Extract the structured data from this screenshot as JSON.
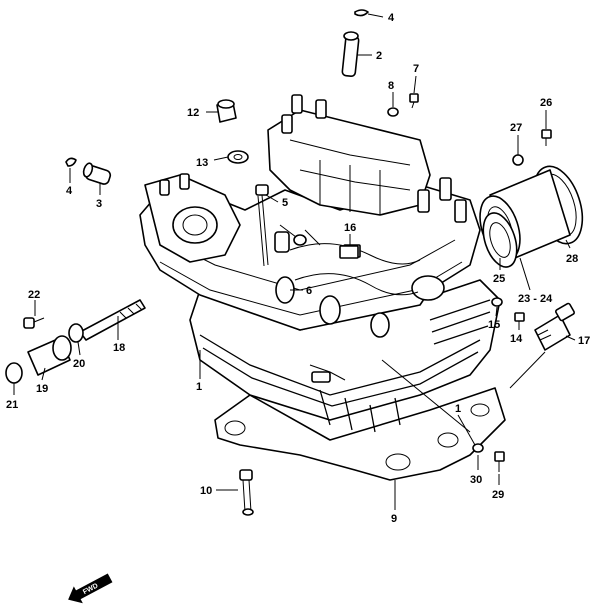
{
  "fwd_label": "FWD",
  "callouts": [
    {
      "id": "c1a",
      "text": "1"
    },
    {
      "id": "c1b",
      "text": "1"
    },
    {
      "id": "c2",
      "text": "2"
    },
    {
      "id": "c3",
      "text": "3"
    },
    {
      "id": "c4a",
      "text": "4"
    },
    {
      "id": "c4b",
      "text": "4"
    },
    {
      "id": "c5",
      "text": "5"
    },
    {
      "id": "c6",
      "text": "6"
    },
    {
      "id": "c7",
      "text": "7"
    },
    {
      "id": "c8",
      "text": "8"
    },
    {
      "id": "c9",
      "text": "9"
    },
    {
      "id": "c10",
      "text": "10"
    },
    {
      "id": "c12",
      "text": "12"
    },
    {
      "id": "c13",
      "text": "13"
    },
    {
      "id": "c14",
      "text": "14"
    },
    {
      "id": "c15",
      "text": "15"
    },
    {
      "id": "c16",
      "text": "16"
    },
    {
      "id": "c17",
      "text": "17"
    },
    {
      "id": "c18",
      "text": "18"
    },
    {
      "id": "c19",
      "text": "19"
    },
    {
      "id": "c20",
      "text": "20"
    },
    {
      "id": "c21",
      "text": "21"
    },
    {
      "id": "c22",
      "text": "22"
    },
    {
      "id": "c2324",
      "text": "23 - 24"
    },
    {
      "id": "c25",
      "text": "25"
    },
    {
      "id": "c26",
      "text": "26"
    },
    {
      "id": "c27",
      "text": "27"
    },
    {
      "id": "c28",
      "text": "28"
    },
    {
      "id": "c29",
      "text": "29"
    },
    {
      "id": "c30",
      "text": "30"
    }
  ]
}
